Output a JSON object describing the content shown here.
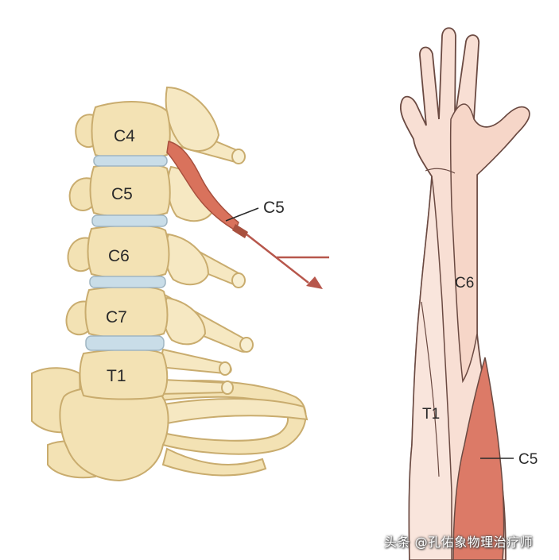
{
  "spine": {
    "vertebrae": [
      {
        "id": "c4",
        "label": "C4"
      },
      {
        "id": "c5",
        "label": "C5"
      },
      {
        "id": "c6",
        "label": "C6"
      },
      {
        "id": "c7",
        "label": "C7"
      },
      {
        "id": "t1",
        "label": "T1"
      }
    ],
    "nerve_label": "C5"
  },
  "arm": {
    "dermatome_labels": {
      "c6": "C6",
      "t1": "T1",
      "c5": "C5"
    }
  },
  "watermark": "头条 @孔佑象物理治疗师",
  "colors": {
    "bone": "#f3e2b4",
    "bone_outline": "#c9ac6e",
    "disc": "#c9dde8",
    "nerve_highlight": "#d9725c",
    "skin": "#f8dfd4",
    "skin_outline": "#6b4a42",
    "arrow": "#b7574c"
  }
}
